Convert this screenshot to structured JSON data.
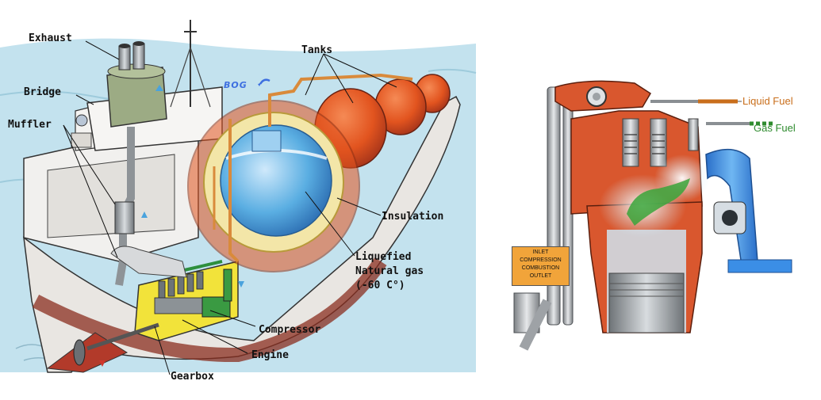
{
  "ship_diagram": {
    "labels": {
      "exhaust": "Exhaust",
      "bridge": "Bridge",
      "muffler": "Muffler",
      "tanks": "Tanks",
      "bog": "BOG",
      "insulation": "Insulation",
      "lng_line1": "Liquefied",
      "lng_line2": "Natural gas",
      "lng_line3": "(-60 C°)",
      "compressor": "Compressor",
      "engine": "Engine",
      "gearbox": "Gearbox"
    }
  },
  "engine_diagram": {
    "liquid_fuel": "Liquid Fuel",
    "gas_fuel": "Gas Fuel",
    "phases": [
      "INLET",
      "COMPRESSION",
      "COMBUSTION",
      "OUTLET"
    ]
  },
  "colors": {
    "sea": "#bfe0ec",
    "hull": "#e9e6e2",
    "tank_orange": "#e2541f",
    "lng_blue": "#4aa3dd",
    "insulation": "#f3e6a8",
    "engine_yellow": "#f2e33a",
    "engine_block": "#d9572e",
    "intake_blue": "#3b8ee6",
    "liquid_fuel_color": "#e07b1c",
    "gas_fuel_color": "#2e8b2e"
  }
}
